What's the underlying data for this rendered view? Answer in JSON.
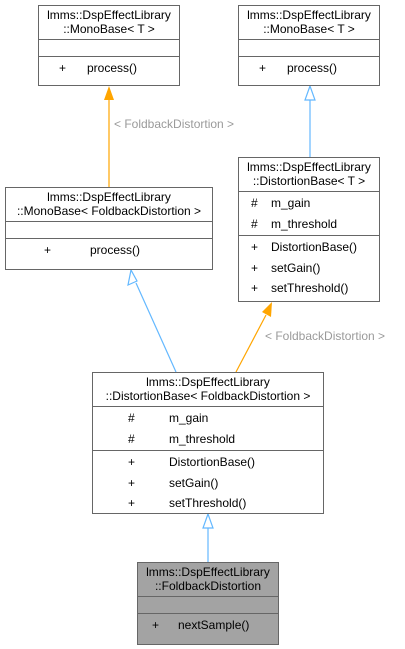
{
  "colors": {
    "inherit_public": "#63b8ff",
    "template_inst": "#ffa500",
    "border": "#666666",
    "highlight": "#a3a3a3",
    "edge_label": "#9a9a9a"
  },
  "boxes": {
    "mono_t": {
      "title": [
        "lmms::DspEffectLibrary",
        "::MonoBase< T >"
      ],
      "methods": [
        {
          "vis": "+",
          "name": "process()"
        }
      ]
    },
    "mono_t2": {
      "title": [
        "lmms::DspEffectLibrary",
        "::MonoBase< T >"
      ],
      "methods": [
        {
          "vis": "+",
          "name": "process()"
        }
      ]
    },
    "distortion_t": {
      "title": [
        "lmms::DspEffectLibrary",
        "::DistortionBase< T >"
      ],
      "attributes": [
        {
          "vis": "#",
          "name": "m_gain"
        },
        {
          "vis": "#",
          "name": "m_threshold"
        }
      ],
      "methods": [
        {
          "vis": "+",
          "name": "DistortionBase()"
        },
        {
          "vis": "+",
          "name": "setGain()"
        },
        {
          "vis": "+",
          "name": "setThreshold()"
        }
      ]
    },
    "mono_fd": {
      "title": [
        "lmms::DspEffectLibrary",
        "::MonoBase< FoldbackDistortion >"
      ],
      "methods": [
        {
          "vis": "+",
          "name": "process()"
        }
      ]
    },
    "distortion_fd": {
      "title": [
        "lmms::DspEffectLibrary",
        "::DistortionBase< FoldbackDistortion >"
      ],
      "attributes": [
        {
          "vis": "#",
          "name": "m_gain"
        },
        {
          "vis": "#",
          "name": "m_threshold"
        }
      ],
      "methods": [
        {
          "vis": "+",
          "name": "DistortionBase()"
        },
        {
          "vis": "+",
          "name": "setGain()"
        },
        {
          "vis": "+",
          "name": "setThreshold()"
        }
      ]
    },
    "foldback": {
      "title": [
        "lmms::DspEffectLibrary",
        "::FoldbackDistortion"
      ],
      "methods": [
        {
          "vis": "+",
          "name": "nextSample()"
        }
      ]
    }
  },
  "edge_labels": {
    "mono_template": "< FoldbackDistortion >",
    "distortion_template": "< FoldbackDistortion >"
  }
}
